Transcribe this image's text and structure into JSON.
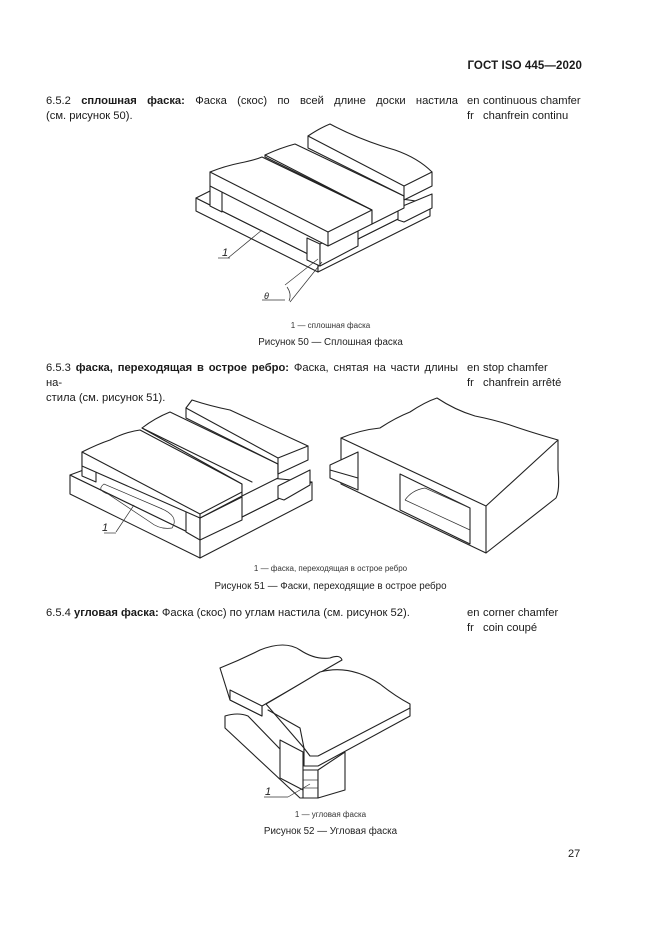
{
  "header": {
    "standard": "ГОСТ ISO 445—2020"
  },
  "sections": [
    {
      "number": "6.5.2",
      "term": "сплошная фаска:",
      "definition_line1": "Фаска (скос) по всей длине доски настила",
      "definition_line2": "(см. рисунок 50).",
      "en": "continuous chamfer",
      "fr": "chanfrein continu",
      "figure": {
        "callout": "1",
        "angle_label": "θ",
        "legend": "1 — сплошная фаска",
        "caption": "Рисунок 50 — Сплошная фаска"
      }
    },
    {
      "number": "6.5.3",
      "term": "фаска, переходящая в острое ребро:",
      "definition_line1": "Фаска, снятая на части длины на-",
      "definition_line2": "стила (см. рисунок 51).",
      "en": "stop chamfer",
      "fr": "chanfrein arrêté",
      "figure": {
        "callout": "1",
        "legend": "1 — фаска, переходящая в острое ребро",
        "caption": "Рисунок 51 — Фаски, переходящие в острое ребро"
      }
    },
    {
      "number": "6.5.4",
      "term": "угловая фаска:",
      "definition_line1": "Фаска (скос) по углам настила (см. рисунок 52).",
      "en": "corner chamfer",
      "fr": "coin coupé",
      "figure": {
        "callout": "1",
        "legend": "1 — угловая фаска",
        "caption": "Рисунок 52 — Угловая фаска"
      }
    }
  ],
  "labels": {
    "en": "en",
    "fr": "fr"
  },
  "footer": {
    "page_number": "27"
  }
}
